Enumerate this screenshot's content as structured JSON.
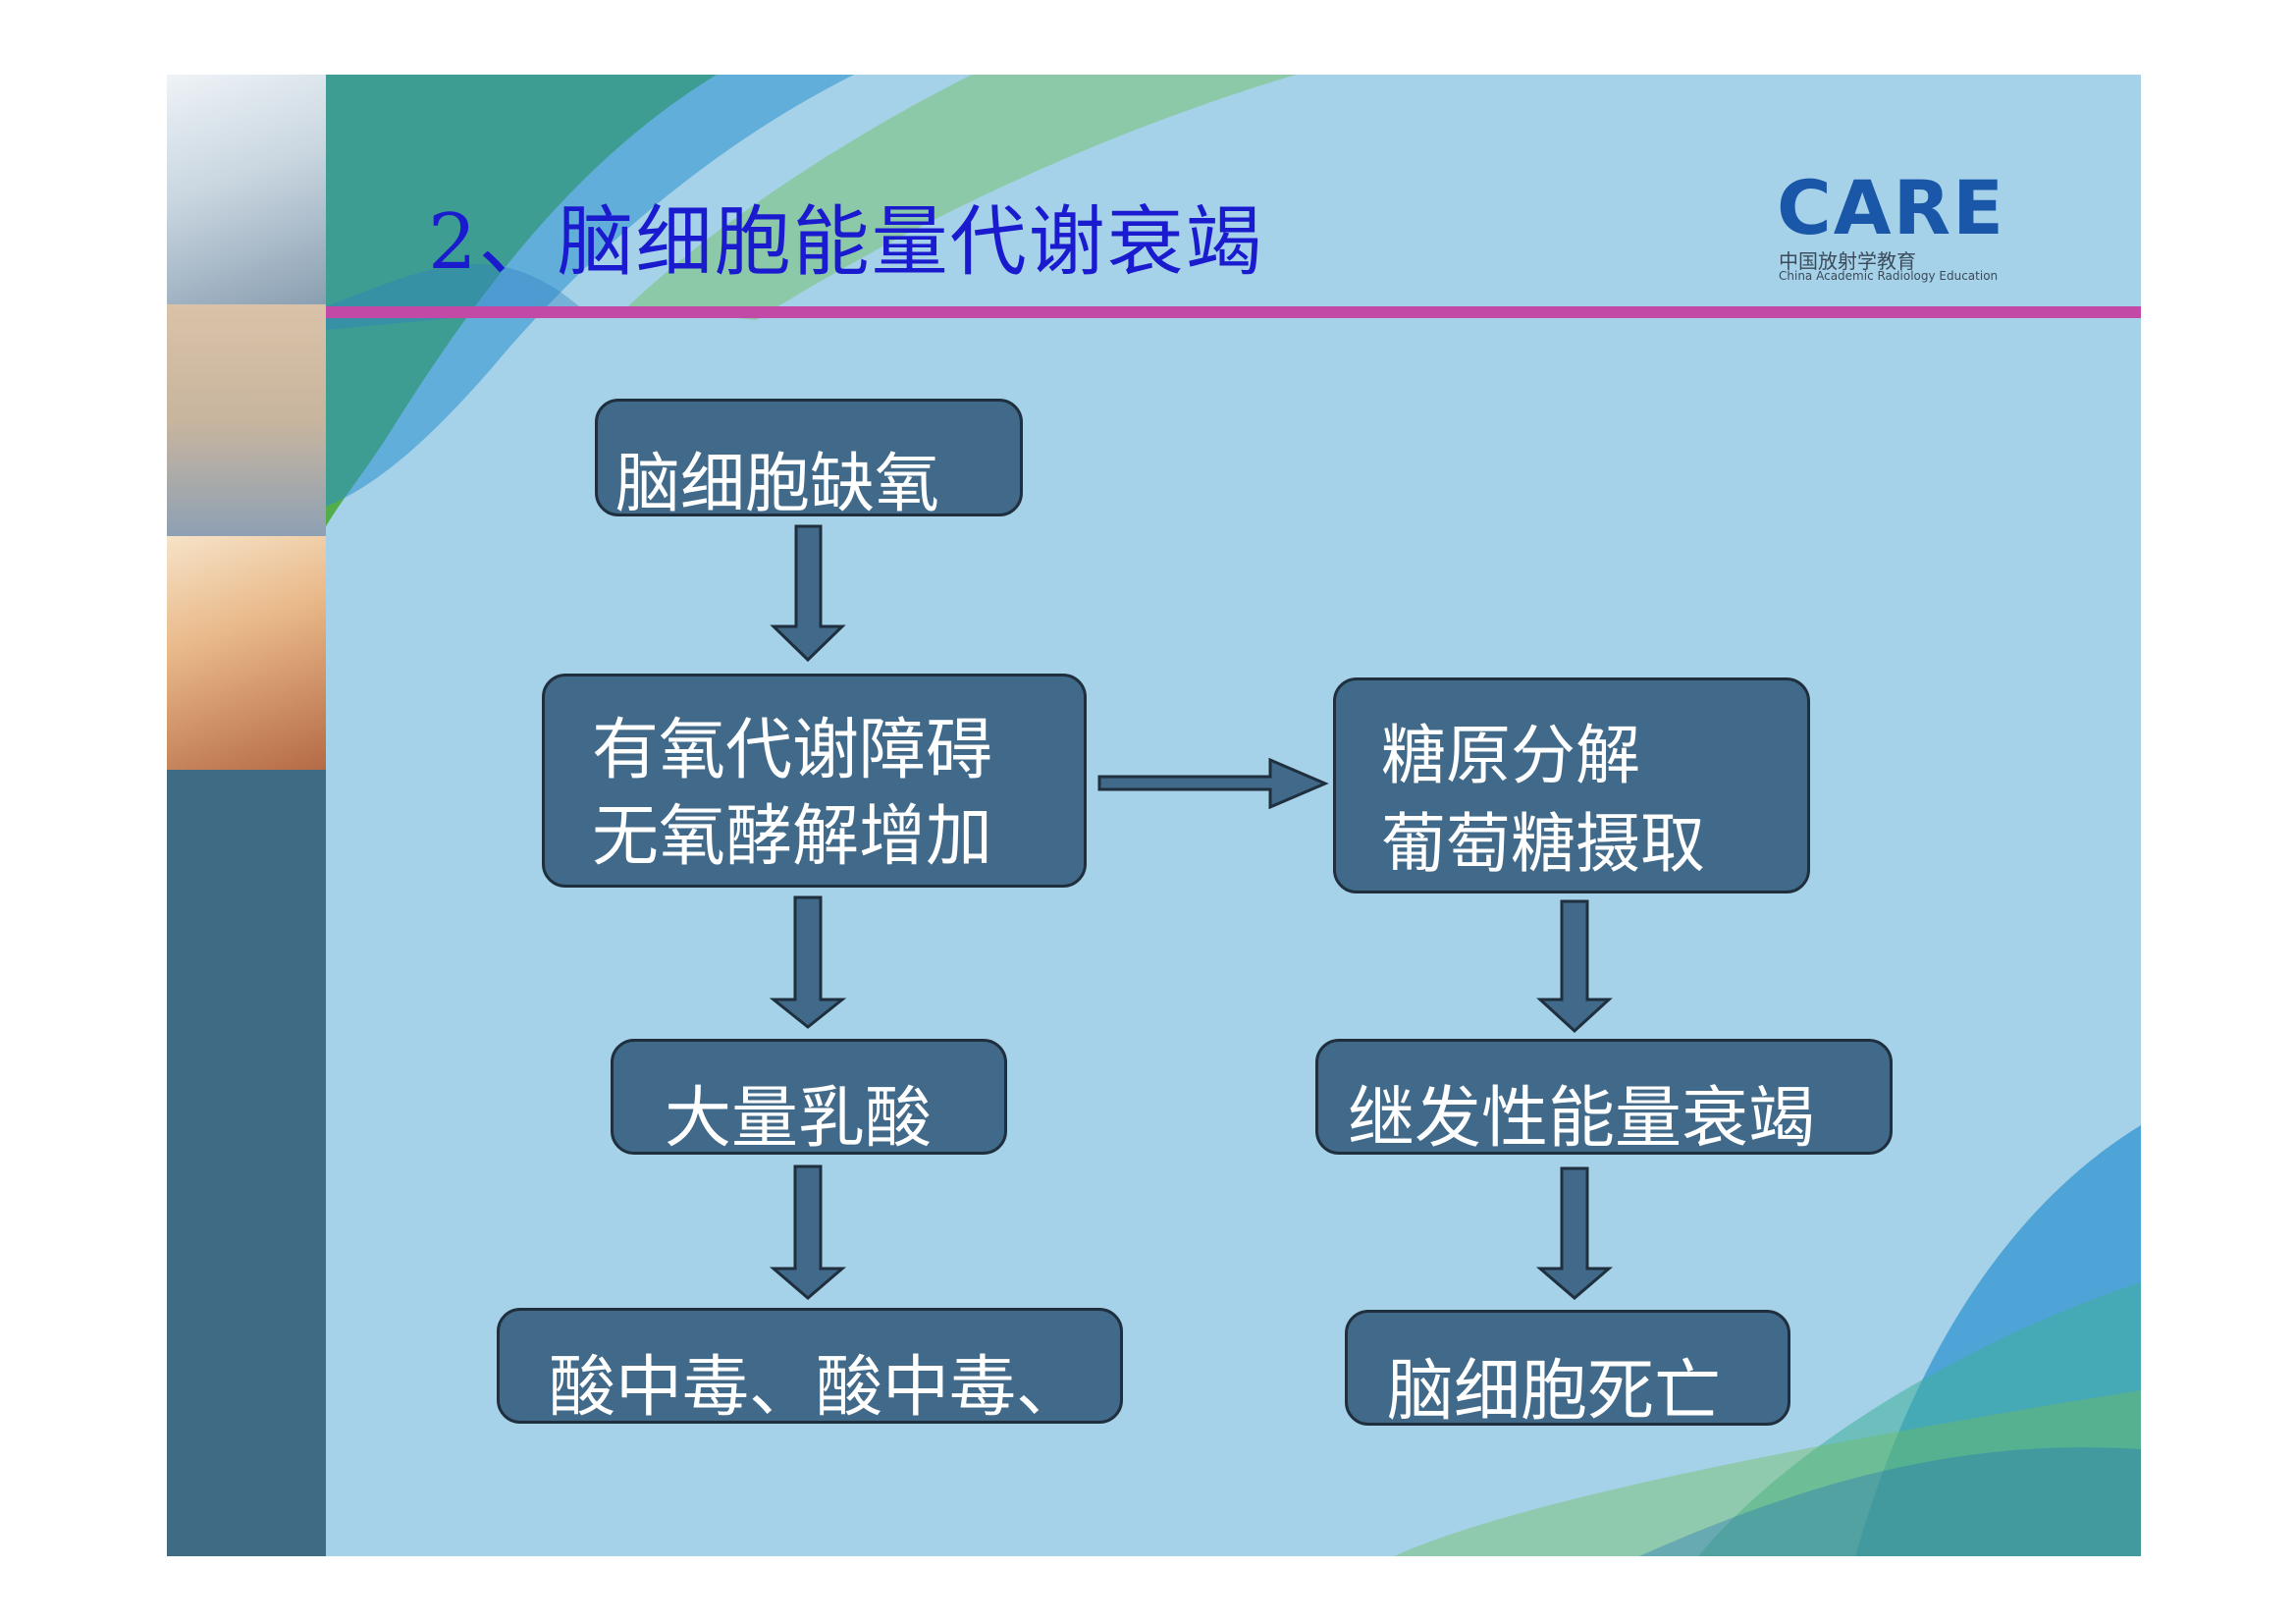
{
  "slide": {
    "title": "2、脑细胞能量代谢衰竭"
  },
  "logo": {
    "word": "CARE",
    "cn_text": "中国放射学教育",
    "en_text": "China Academic Radiology Education"
  },
  "colors": {
    "slide_bg": "#a5d2e8",
    "node_fill": "#416a8a",
    "title_text": "#1a1acf",
    "title_bar": "#c24aa6",
    "left_strip": "#3f6b85"
  },
  "flowchart": {
    "nodes": {
      "hypoxia": {
        "lines": [
          "脑细胞缺氧"
        ]
      },
      "aerobic": {
        "lines": [
          "有氧代谢障碍",
          "无氧酵解增加"
        ]
      },
      "glycogen": {
        "lines": [
          "糖原分解",
          "葡萄糖摄取"
        ]
      },
      "lactate": {
        "lines": [
          "大量乳酸"
        ]
      },
      "secondary_failure": {
        "lines": [
          "继发性能量衰竭"
        ]
      },
      "acidosis": {
        "lines": [
          "酸中毒、酸中毒、"
        ]
      },
      "death": {
        "lines": [
          "脑细胞死亡"
        ]
      }
    },
    "edges": [
      {
        "from": "hypoxia",
        "to": "aerobic"
      },
      {
        "from": "aerobic",
        "to": "glycogen"
      },
      {
        "from": "aerobic",
        "to": "lactate"
      },
      {
        "from": "glycogen",
        "to": "secondary_failure"
      },
      {
        "from": "lactate",
        "to": "acidosis"
      },
      {
        "from": "secondary_failure",
        "to": "death"
      }
    ]
  }
}
